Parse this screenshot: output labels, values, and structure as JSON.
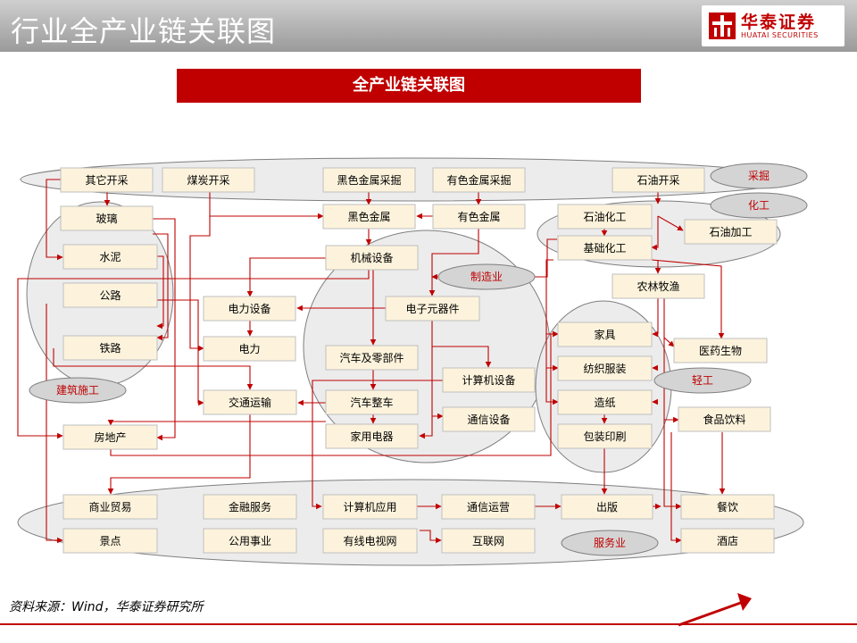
{
  "header": {
    "title": "行业全产业链关联图",
    "logo_cn": "华泰证券",
    "logo_en": "HUATAI SECURITIES"
  },
  "banner": "全产业链关联图",
  "source": "资料来源：Wind，华泰证券研究所",
  "colors": {
    "accent": "#c00000",
    "box_fill": "#fdf3dc",
    "group_fill": "#ececec"
  },
  "groups": [
    {
      "id": "mining",
      "label": "采掘"
    },
    {
      "id": "chemical",
      "label": "化工"
    },
    {
      "id": "manufacturing",
      "label": "制造业"
    },
    {
      "id": "construction",
      "label": "建筑施工"
    },
    {
      "id": "light",
      "label": "轻工"
    },
    {
      "id": "service",
      "label": "服务业"
    }
  ],
  "nodes": [
    {
      "id": "qita",
      "label": "其它开采"
    },
    {
      "id": "meitan",
      "label": "煤炭开采"
    },
    {
      "id": "heise_cai",
      "label": "黑色金属采掘"
    },
    {
      "id": "youse_cai",
      "label": "有色金属采掘"
    },
    {
      "id": "shiyou_kai",
      "label": "石油开采"
    },
    {
      "id": "boli",
      "label": "玻璃"
    },
    {
      "id": "heise",
      "label": "黑色金属"
    },
    {
      "id": "youse",
      "label": "有色金属"
    },
    {
      "id": "shihua",
      "label": "石油化工"
    },
    {
      "id": "shijia",
      "label": "石油加工"
    },
    {
      "id": "shuini",
      "label": "水泥"
    },
    {
      "id": "jixie",
      "label": "机械设备"
    },
    {
      "id": "jichu",
      "label": "基础化工"
    },
    {
      "id": "nonglin",
      "label": "农林牧渔"
    },
    {
      "id": "gonglu",
      "label": "公路"
    },
    {
      "id": "dianli_sb",
      "label": "电力设备"
    },
    {
      "id": "dianzi",
      "label": "电子元器件"
    },
    {
      "id": "jiaju",
      "label": "家具"
    },
    {
      "id": "yiyao",
      "label": "医药生物"
    },
    {
      "id": "tielu",
      "label": "铁路"
    },
    {
      "id": "dianli",
      "label": "电力"
    },
    {
      "id": "qiche_bj",
      "label": "汽车及零部件"
    },
    {
      "id": "fangzhi",
      "label": "纺织服装"
    },
    {
      "id": "jisuanji_sb",
      "label": "计算机设备"
    },
    {
      "id": "jiaotong",
      "label": "交通运输"
    },
    {
      "id": "qiche_zc",
      "label": "汽车整车"
    },
    {
      "id": "zaozhi",
      "label": "造纸"
    },
    {
      "id": "tongxin_sb",
      "label": "通信设备"
    },
    {
      "id": "shipin",
      "label": "食品饮料"
    },
    {
      "id": "fangdichan",
      "label": "房地产"
    },
    {
      "id": "jiayong",
      "label": "家用电器"
    },
    {
      "id": "baozhuang",
      "label": "包装印刷"
    },
    {
      "id": "shangye",
      "label": "商业贸易"
    },
    {
      "id": "jinrong",
      "label": "金融服务"
    },
    {
      "id": "jisuanji_yy",
      "label": "计算机应用"
    },
    {
      "id": "tongxin_yy",
      "label": "通信运营"
    },
    {
      "id": "chuban",
      "label": "出版"
    },
    {
      "id": "canyin",
      "label": "餐饮"
    },
    {
      "id": "jingdian",
      "label": "景点"
    },
    {
      "id": "gonggong",
      "label": "公用事业"
    },
    {
      "id": "youxian",
      "label": "有线电视网"
    },
    {
      "id": "hulianwang",
      "label": "互联网"
    },
    {
      "id": "jiudian",
      "label": "酒店"
    }
  ]
}
